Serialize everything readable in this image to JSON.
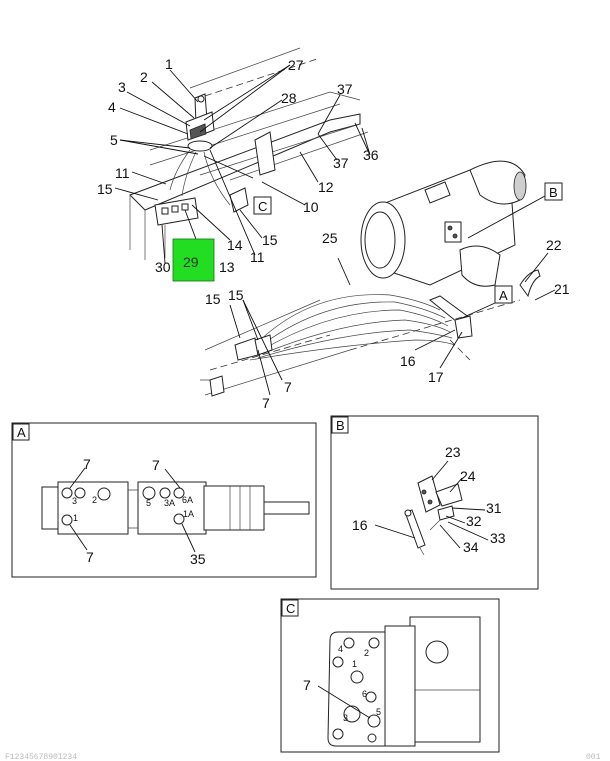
{
  "main": {
    "callouts": {
      "c1": "1",
      "c2": "2",
      "c3": "3",
      "c4": "4",
      "c5": "5",
      "c27": "27",
      "c28": "28",
      "c37a": "37",
      "c37b": "37",
      "c36": "36",
      "c12": "12",
      "c10": "10",
      "c11a": "11",
      "c15a": "15",
      "c14": "14",
      "c15b": "15",
      "c11b": "11",
      "c30": "30",
      "c13": "13",
      "c25": "25",
      "c22": "22",
      "c21": "21",
      "c15c": "15",
      "c15d": "15",
      "c7a": "7",
      "c7b": "7",
      "c16": "16",
      "c17": "17"
    },
    "ref_boxes": {
      "b": "B",
      "a": "A",
      "c": "C"
    },
    "highlight_label": "29",
    "highlight_color": "#22dd22"
  },
  "detail_a": {
    "letter": "A",
    "callouts": {
      "c7a": "7",
      "c7b": "7",
      "c7c": "7",
      "c35": "35"
    },
    "pins": {
      "p3": "3",
      "p2": "2",
      "p1": "1",
      "p5": "5",
      "p3a": "3A",
      "p6a": "6A",
      "p1a": "1A"
    }
  },
  "detail_b": {
    "letter": "B",
    "callouts": {
      "c23": "23",
      "c24": "24",
      "c31": "31",
      "c32": "32",
      "c33": "33",
      "c34": "34",
      "c16": "16"
    }
  },
  "detail_c": {
    "letter": "C",
    "callouts": {
      "c7": "7"
    },
    "pins": {
      "p4": "4",
      "p2": "2",
      "p1": "1",
      "p6": "6",
      "p3": "3",
      "p5": "5"
    }
  },
  "footer": {
    "left": "F12345678901234",
    "right": "001"
  }
}
